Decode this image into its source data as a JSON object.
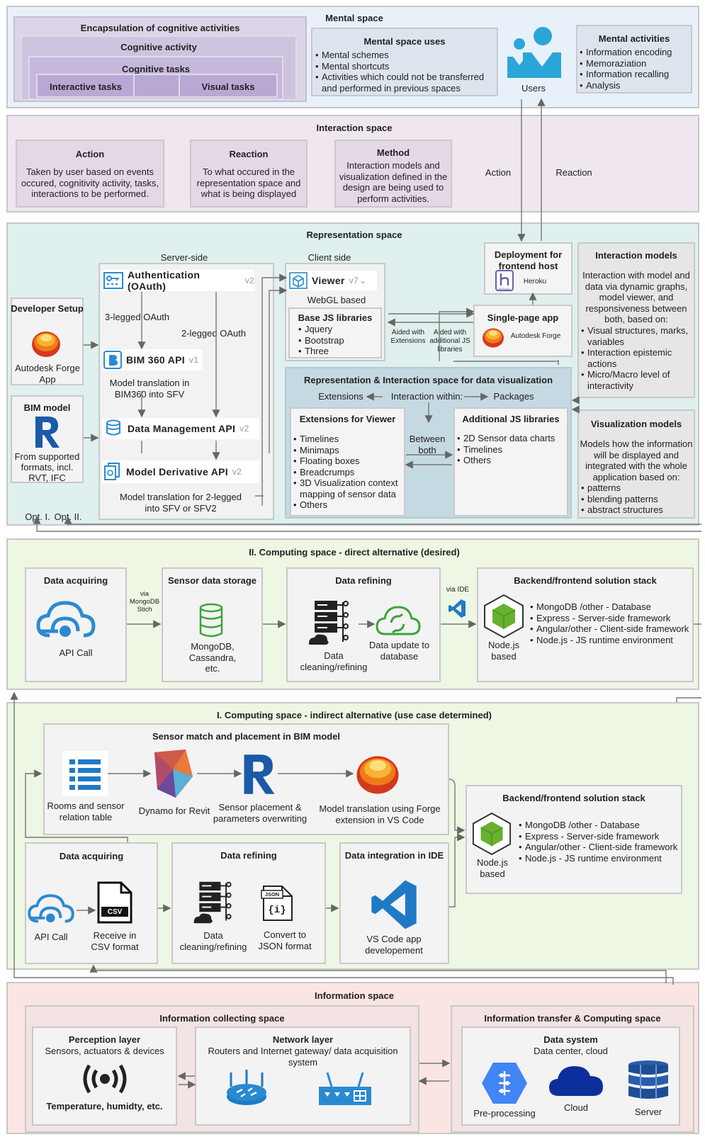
{
  "mental": {
    "title": "Mental space",
    "encapsulation": {
      "title": "Encapsulation of cognitive activities",
      "activity": "Cognitive activity",
      "tasks": "Cognitive tasks",
      "interactive": "Interactive tasks",
      "visual": "Visual tasks"
    },
    "uses": {
      "title": "Mental space uses",
      "items": [
        "Mental schemes",
        "Mental shortcuts",
        "Activities which could not be transferred and performed in previous spaces"
      ]
    },
    "users_label": "Users",
    "activities": {
      "title": "Mental activities",
      "items": [
        "Information encoding",
        "Memoraziation",
        "Information recalling",
        "Analysis"
      ]
    }
  },
  "interaction": {
    "title": "Interaction space",
    "action": {
      "title": "Action",
      "text": "Taken by user based on events occured, cognitivity activity, tasks, interactions  to be performed."
    },
    "reaction": {
      "title": "Reaction",
      "text": "To what occured in the representation space and what is being displayed"
    },
    "method": {
      "title": "Method",
      "text": "Interaction models and visualization defined in the design are being used to perform activities."
    },
    "arrow_action": "Action",
    "arrow_reaction": "Reaction"
  },
  "representation": {
    "title": "Representation space",
    "server_side": "Server-side",
    "client_side": "Client side",
    "dev_setup": {
      "title": "Developer Setup",
      "caption": "Autodesk Forge App"
    },
    "bim_model": {
      "title": "BIM model",
      "caption": "From supported formats, incl. RVT, IFC"
    },
    "oauth": {
      "name": "Authentication (OAuth)",
      "ver": "v2"
    },
    "three_legged": "3-legged OAuth",
    "two_legged": "2-legged OAuth",
    "bim360": {
      "name": "BIM 360 API",
      "ver": "v1"
    },
    "bim360_note": "Model translation in BIM360 into SFV",
    "data_mgmt": {
      "name": "Data Management API",
      "ver": "v2"
    },
    "model_deriv": {
      "name": "Model Derivative API",
      "ver": "v2"
    },
    "model_deriv_note": "Model translation for 2-legged into SFV or SFV2",
    "viewer": {
      "name": "Viewer",
      "ver": "v7"
    },
    "webgl": "WebGL based",
    "base_js": {
      "title": "Base JS libraries",
      "items": [
        "Jquery",
        "Bootstrap",
        "Three"
      ]
    },
    "aided_ext": "Aided with Extensions",
    "aided_js": "Aided with additional JS libraries",
    "deploy": {
      "title": "Deployment for frontend host",
      "caption": "Heroku"
    },
    "spa": {
      "title": "Single-page app",
      "caption": "Autodesk Forge"
    },
    "interaction_models": {
      "title": "Interaction models",
      "text": "Interaction with model and data via dynamic graphs, model viewer, and responsiveness between both, based on:",
      "items": [
        "Visual structures, marks, variables",
        "Interaction epistemic actions",
        "Micro/Macro level of interactivity"
      ]
    },
    "viz_models": {
      "title": "Visualization models",
      "text": "Models how the information will be displayed and integrated with the whole application based on:",
      "items": [
        "patterns",
        "blending patterns",
        "abstract structures"
      ]
    },
    "ri_space": {
      "title": "Representation & Interaction space for data visualization",
      "extensions": "Extensions",
      "within": "Interaction within:",
      "packages": "Packages",
      "between": "Between both"
    },
    "ext_viewer": {
      "title": "Extensions for Viewer",
      "items": [
        "Timelines",
        "Minimaps",
        "Floating boxes",
        "Breadcrumps",
        "3D Visualization context mapping of sensor data",
        "Others"
      ]
    },
    "add_js": {
      "title": "Additional JS libraries",
      "items": [
        "2D Sensor data charts",
        "Timelines",
        "Others"
      ]
    },
    "opt1": "Opt. I.",
    "opt2": "Opt. II."
  },
  "computing2": {
    "title": "II. Computing space - direct alternative (desired)",
    "acquiring": {
      "title": "Data acquiring",
      "caption": "API Call"
    },
    "via_mongo": "via MongoDB Stich",
    "storage": {
      "title": "Sensor data storage",
      "caption": "MongoDB, Cassandra, etc."
    },
    "refining": {
      "title": "Data refining",
      "cap1": "Data cleaning/refining",
      "cap2": "Data update to database"
    },
    "via_ide": "via IDE",
    "stack": {
      "title": "Backend/frontend solution stack",
      "node": "Node.js based",
      "items": [
        "MongoDB /other -  Database",
        "Express - Server-side framework",
        "Angular/other - Client-side framework",
        "Node.js - JS runtime environment"
      ]
    }
  },
  "computing1": {
    "title": "I. Computing space - indirect alternative (use case determined)",
    "sensor_match": {
      "title": "Sensor match and placement in BIM model",
      "rooms": "Rooms and sensor relation table",
      "dynamo": "Dynamo for Revit",
      "placement": "Sensor placement & parameters overwriting",
      "translation": "Model translation using Forge extension in VS Code"
    },
    "acquiring": {
      "title": "Data acquiring",
      "api": "API Call",
      "csv": "Receive in CSV format",
      "csv_tag": "CSV"
    },
    "refining": {
      "title": "Data refining",
      "cap1": "Data cleaning/refining",
      "cap2": "Convert to JSON format",
      "json_tag": "JSON"
    },
    "integration": {
      "title": "Data integration in IDE",
      "caption": "VS Code app developement"
    },
    "stack": {
      "title": "Backend/frontend solution stack",
      "node": "Node.js based",
      "items": [
        "MongoDB /other -  Database",
        "Express - Server-side framework",
        "Angular/other - Client-side framework",
        "Node.js - JS runtime environment"
      ]
    }
  },
  "information": {
    "title": "Information space",
    "collecting": "Information collecting space",
    "perception": {
      "title": "Perception layer",
      "sub": "Sensors, actuators & devices",
      "caption": "Temperature, humidty, etc."
    },
    "network": {
      "title": "Network layer",
      "sub": "Routers and Internet gateway/ data acquisition system"
    },
    "transfer": "Information transfer &  Computing space",
    "system": {
      "title": "Data system",
      "sub": "Data center, cloud",
      "pre": "Pre-processing",
      "cloud": "Cloud",
      "server": "Server"
    }
  },
  "colors": {
    "mental_bg": "#e8f1fa",
    "interaction_bg": "#efe6f0",
    "representation_bg": "#dff0ee",
    "computing_bg": "#eef6e4",
    "information_bg": "#fbe5e3",
    "forge_orange": "#f39c12",
    "blue": "#2a8ad0"
  }
}
